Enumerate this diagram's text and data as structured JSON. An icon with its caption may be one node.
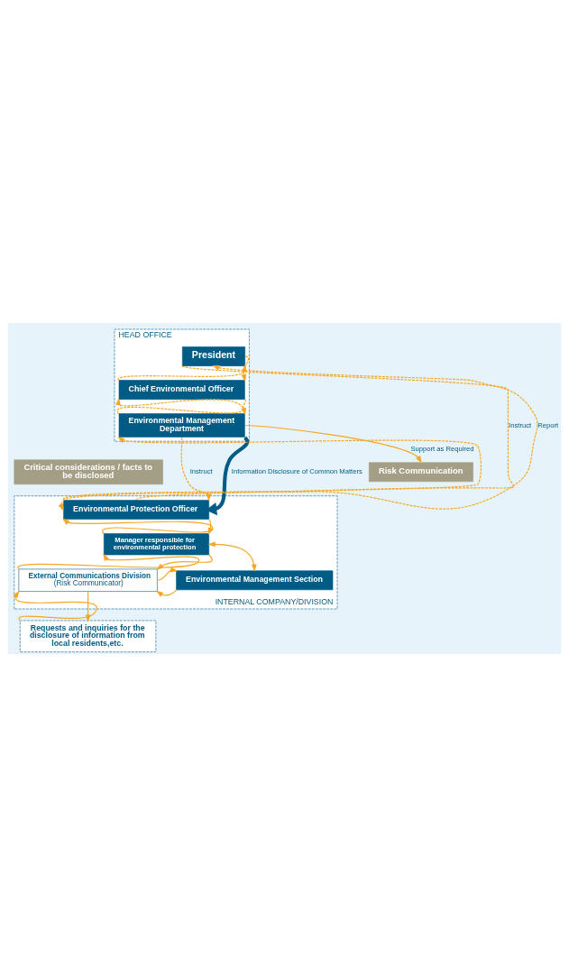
{
  "diagram": {
    "nodes": [
      {
        "text": [
          "HEAD OFFICE"
        ]
      },
      {
        "text": [
          "President"
        ],
        "in": 0
      },
      {
        "text": [
          "Chief Environmental Officer"
        ],
        "in": 0
      },
      {
        "text": [
          "Environmental Management Department"
        ],
        "in": 0
      },
      {
        "text": [
          "Critical considerations / facts to be disclosed"
        ]
      },
      {
        "text": [
          "INTERNAL COMPANY/DIVISION"
        ]
      },
      {
        "text": [
          "Environmental Protection Officer"
        ],
        "in": 5
      },
      {
        "text": [
          "Manager responsible for environmental protection"
        ],
        "in": 5
      },
      {
        "text": [
          "External Communications Division",
          "(Risk Communicator)"
        ],
        "in": 5
      },
      {
        "text": [
          "Environmental Management Section"
        ],
        "in": 5
      },
      {
        "text": [
          "Risk Communication"
        ]
      },
      {
        "text": [
          "Requests and inquiries for the disclosure of information from local residents,etc."
        ]
      }
    ],
    "edges": [
      {
        "from": 1,
        "to": 6,
        "arrow": "to",
        "style": "dashed",
        "label": "Instruct"
      },
      {
        "from": 6,
        "to": 1,
        "arrow": "to",
        "style": "dashed",
        "label": "Report"
      },
      {
        "from": 2,
        "to": 1,
        "arrow": "to",
        "style": "dashed"
      },
      {
        "from": 6,
        "to": 3,
        "arrow": "to",
        "style": "dashed"
      },
      {
        "from": 1,
        "to": 2,
        "arrow": "to",
        "style": "dashed"
      },
      {
        "from": 3,
        "to": 2,
        "arrow": "to",
        "style": "dashed"
      },
      {
        "from": 2,
        "to": 3,
        "arrow": "to",
        "style": "dashed"
      },
      {
        "from": 3,
        "to": 6,
        "arrow": "to",
        "style": "dashed",
        "label": "Instruct"
      },
      {
        "from": 3,
        "to": 6,
        "arrow": "to",
        "style": "thick",
        "color": "#005b85",
        "label": "Information Disclosure of Common Matters"
      },
      {
        "from": 3,
        "to": 10,
        "arrow": "to",
        "label": "Support as Required"
      },
      {
        "from": 7,
        "to": 6,
        "arrow": "to"
      },
      {
        "from": 6,
        "to": 7,
        "arrow": "to"
      },
      {
        "from": 7,
        "to": 9,
        "arrow": "both"
      },
      {
        "from": 8,
        "to": 7,
        "arrow": "to"
      },
      {
        "from": 7,
        "to": 8,
        "arrow": "to"
      },
      {
        "from": 8,
        "to": 9,
        "arrow": "to"
      },
      {
        "from": 9,
        "to": 8,
        "arrow": "to"
      },
      {
        "from": 11,
        "to": 8,
        "arrow": "to"
      },
      {
        "from": 8,
        "to": 11,
        "arrow": "to"
      }
    ]
  }
}
